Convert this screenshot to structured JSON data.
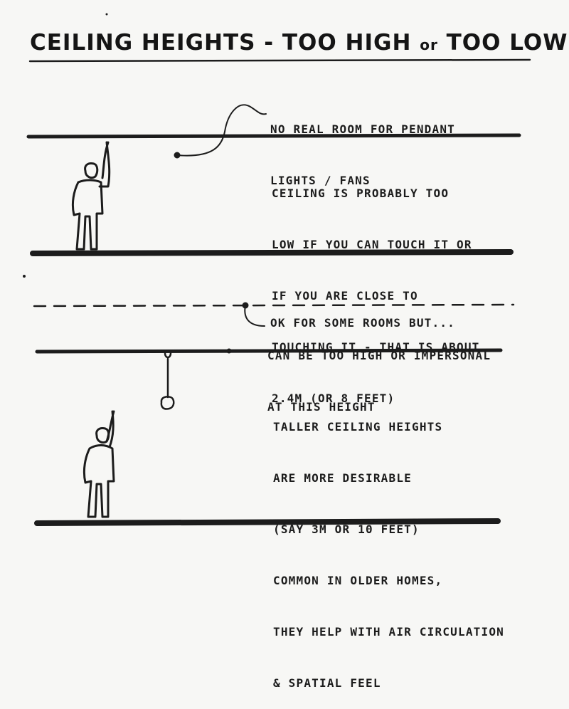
{
  "title": {
    "part1": "CEILING HEIGHTS - TOO HIGH",
    "connector": "or",
    "part2": "TOO LOW?"
  },
  "notes": {
    "pendant_line1": "NO REAL ROOM FOR PENDANT",
    "pendant_line2": "LIGHTS / FANS",
    "low_line1": "CEILING IS PROBABLY TOO",
    "low_line2": "LOW IF YOU CAN TOUCH IT OR",
    "low_line3": "IF YOU ARE CLOSE TO",
    "low_line4": "TOUCHING IT - THAT IS ABOUT",
    "low_line5": "2.4m (OR 8 FEET)",
    "ok_line": "OK FOR SOME ROOMS BUT...",
    "high_line1": "CAN BE TOO HIGH OR IMPERSONAL",
    "high_line2": "AT THIS HEIGHT",
    "tall_line1": "TALLER CEILING HEIGHTS",
    "tall_line2": "ARE MORE DESIRABLE",
    "tall_line3": "(SAY 3m OR 10 FEET)",
    "tall_line4": "COMMON IN OLDER HOMES,",
    "tall_line5": "THEY HELP WITH AIR CIRCULATION",
    "tall_line6": "& SPATIAL FEEL"
  },
  "colors": {
    "ink": "#1c1c1c",
    "paper": "#f7f7f5"
  }
}
